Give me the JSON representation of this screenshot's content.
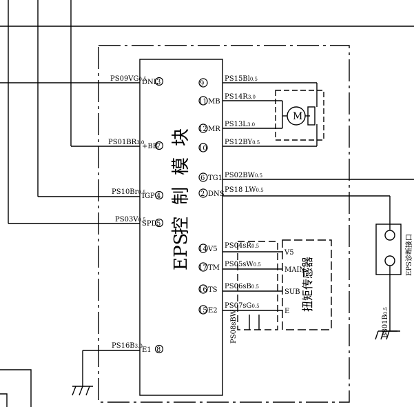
{
  "module": {
    "title_latin": "EPS",
    "title_cn": [
      "控",
      "制",
      "模",
      "块"
    ]
  },
  "left_pins": [
    {
      "wire": "PS09VG",
      "size": "0.5",
      "name": "DNL",
      "num": "3"
    },
    {
      "wire": "PS01BR",
      "size": "3.0",
      "name": "+BB",
      "num": "7"
    },
    {
      "wire": "PS10Br",
      "size": "0.5",
      "name": "IGP",
      "num": "4"
    },
    {
      "wire": "PS03V",
      "size": "0.5",
      "name": "SPD",
      "num": "5"
    },
    {
      "wire": "PS16B",
      "size": "3.0",
      "name": "E1",
      "num": "8"
    }
  ],
  "right_pins": [
    {
      "wire": "PS15Bl",
      "size": "0.5",
      "name": "",
      "num": "9"
    },
    {
      "wire": "PS14R",
      "size": "3.0",
      "name": "MB",
      "num": "11"
    },
    {
      "wire": "PS13L",
      "size": "3.0",
      "name": "MR",
      "num": "12"
    },
    {
      "wire": "PS12BY",
      "size": "0.5",
      "name": "",
      "num": "10"
    },
    {
      "wire": "PS02BW",
      "size": "0.5",
      "name": "TG1",
      "num": "6"
    },
    {
      "wire": "PS18 LW",
      "size": "0.5",
      "name": "DNS",
      "num": "2"
    },
    {
      "wire": "PS04sR",
      "size": "0.5",
      "name": "V5",
      "num": "14"
    },
    {
      "wire": "PS05sW",
      "size": "0.5",
      "name": "TM",
      "num": "17"
    },
    {
      "wire": "PS06sB",
      "size": "0.5",
      "name": "TS",
      "num": "16"
    },
    {
      "wire": "PS07sG",
      "size": "0.5",
      "name": "E2",
      "num": "15"
    }
  ],
  "motor": {
    "symbol": "M"
  },
  "sensor": {
    "title": "扭矩传感器",
    "pins": [
      "V5",
      "MAIN",
      "SUB",
      "E"
    ]
  },
  "shield_wire": {
    "wire": "PS08sBW",
    "size": ""
  },
  "connector": {
    "label": "EPS诊断接口"
  },
  "ground_wire": {
    "wire": "B801B",
    "size": "0.5"
  }
}
